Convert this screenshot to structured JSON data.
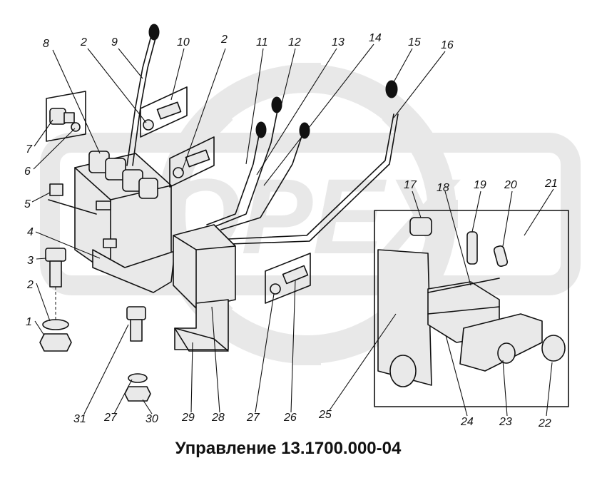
{
  "caption": "Управление 13.1700.000-04",
  "watermark": {
    "text": "ОРЕХ",
    "color": "#d6d6d6"
  },
  "callouts": [
    "8",
    "2",
    "9",
    "10",
    "2",
    "11",
    "12",
    "13",
    "14",
    "15",
    "16",
    "7",
    "6",
    "5",
    "4",
    "3",
    "2",
    "1",
    "17",
    "18",
    "19",
    "20",
    "21",
    "31",
    "27",
    "30",
    "29",
    "28",
    "27",
    "26",
    "25",
    "24",
    "23",
    "22"
  ]
}
